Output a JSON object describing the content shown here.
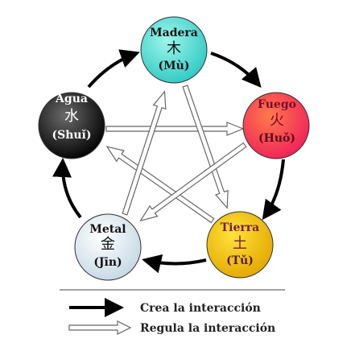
{
  "elements": [
    {
      "id": "madera",
      "name": "Madera",
      "character": "木",
      "pinyin": "(Mù)",
      "gradient": [
        "#9ff5ea",
        "#2ec9c4"
      ],
      "name_color": "#111111",
      "char_color": "#111111",
      "pin_color": "#111111"
    },
    {
      "id": "fuego",
      "name": "Fuego",
      "character": "火",
      "pinyin": "(Huǒ)",
      "gradient": [
        "#ff7a4a",
        "#f0205a"
      ],
      "name_color": "#7a0a2a",
      "char_color": "#7a0a2a",
      "pin_color": "#5a0a1a"
    },
    {
      "id": "tierra",
      "name": "Tierra",
      "character": "土",
      "pinyin": "(Tǔ)",
      "gradient": [
        "#ffe23a",
        "#e3a700"
      ],
      "name_color": "#7a1a3a",
      "char_color": "#7a1a3a",
      "pin_color": "#5a1a2a"
    },
    {
      "id": "metal",
      "name": "Metal",
      "character": "金",
      "pinyin": "(Jīn)",
      "gradient": [
        "#ffffff",
        "#c4d8e4"
      ],
      "name_color": "#111111",
      "char_color": "#111111",
      "pin_color": "#111111"
    },
    {
      "id": "agua",
      "name": "Agua",
      "character": "水",
      "pinyin": "(Shuǐ)",
      "gradient": [
        "#6a6a6a",
        "#000000"
      ],
      "name_color": "#ffffff",
      "char_color": "#ffffff",
      "pin_color": "#ffffff"
    }
  ],
  "legend": {
    "creates": "Crea la interacción",
    "regulates": "Regula la interacción"
  }
}
